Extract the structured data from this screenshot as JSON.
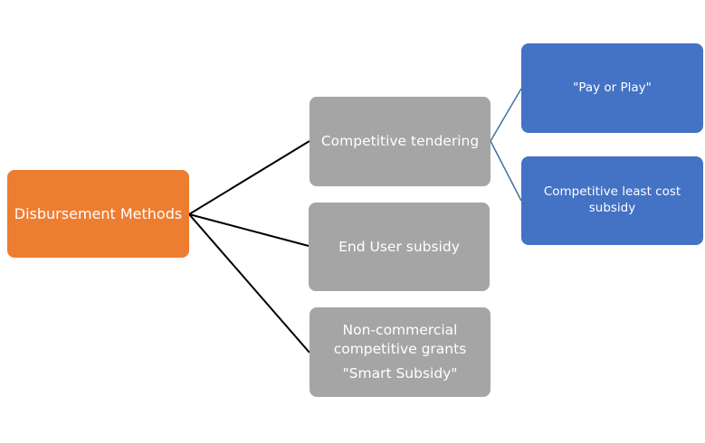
{
  "root": {
    "label": "Disbursement Methods",
    "color": "#ed7d31"
  },
  "level1": {
    "color": "#a5a5a5",
    "competitive_tendering": "Competitive tendering",
    "end_user_subsidy": "End User subsidy",
    "non_commercial": {
      "line1": "Non-commercial",
      "line2": "competitive grants",
      "line3": "\"Smart Subsidy\""
    }
  },
  "level2": {
    "color": "#4472c4",
    "pay_or_play": "\"Pay or Play\"",
    "least_cost": {
      "line1": "Competitive least cost",
      "line2": "subsidy"
    }
  },
  "connector_colors": {
    "root_links": "#000000",
    "tendering_links": "#41719c"
  }
}
